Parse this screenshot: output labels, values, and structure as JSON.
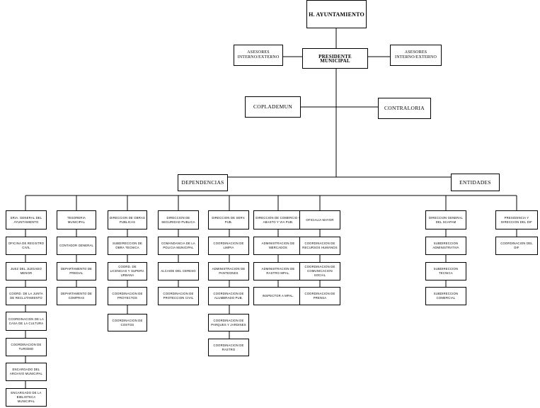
{
  "chart": {
    "top": "H. AYUNTAMIENTO",
    "president": "PRESIDENTE MUNICIPAL",
    "advisor_left": "ASESORES INTERNO/EXTERNO",
    "advisor_right": "ASESORES INTERNO/EXTERNO",
    "coplademun": "COPLADEMUN",
    "contraloria": "CONTRALORIA",
    "dependencias": "DEPENDENCIAS",
    "entidades": "ENTIDADES",
    "departments": [
      {
        "head": "SRIA. GENERAL DEL AYUNTAMIENTO",
        "children": [
          "OFICINA DE REGISTRO CIVIL",
          "JUEZ DEL JUZGADO MENOR",
          "COORD. DE LA JUNTA DE RECLUTAMIENTO",
          "COORDINACION DE LA CASA DE LA CULTURA",
          "COORDINACION DE TURISMO",
          "ENCARGADO DEL ARCHIVO MUNICIPAL",
          "ENCARGADO DE LA BIBLIOTECA MUNICIPAL"
        ]
      },
      {
        "head": "TESORERIA MUNICIPAL",
        "children": [
          "CONTADOR GENERAL",
          "DEPARTAMENTO DE PREDIAL",
          "DEPARTAMENTO DE COMPRAS"
        ]
      },
      {
        "head": "DIRECCION DE OBRAS PUBLICAS",
        "children": [
          "SUBDIRECCION DE OBRA TECNICA",
          "COORD. DE LICENCIAS Y SUPERV. URBANA",
          "COORDINACION DE PROYECTOS",
          "COORDINACION DE COSTOS"
        ]
      },
      {
        "head": "DIRECCION DE SEGURIDAD PUBLICA",
        "children": [
          "COMANDANCIA DE LA POLICIA MUNICIPAL",
          "ALCAIDE DEL CERESO",
          "COORDINACION DE PROTECCION CIVIL"
        ]
      },
      {
        "head": "DIRECCION DE SERV. PUB.",
        "children": [
          "COORDINACION DE LIMPIA",
          "ADMINISTRACION DE PANTEONES",
          "COORDINACION DE ALUMBRADO PUB.",
          "COORDINACION DE PARQUES Y JARDINES",
          "COORDINACION DE RASTRO"
        ]
      },
      {
        "head": "DIRECCION DE COMERCIO Y ABASTO Y VIA PUB.",
        "children": [
          "ADMINISTRACION DE MERCADOS",
          "ADMINISTRACION DE RASTRO MPAL.",
          "INSPECTOR A MPAL."
        ]
      },
      {
        "head": "OFICIALIA MAYOR",
        "children": [
          "COORDINACION DE RECURSOS HUMANOS",
          "COORDINACION DE COMUNICACION SOCIAL",
          "COORDINACION DE PRENSA"
        ]
      },
      {
        "head": "DIRECCION GENERAL DEL SCAPAM",
        "children": [
          "SUBDIRECCION ADMINISTRATIVA",
          "SUBDIRECCION TECNICA",
          "SUBDIRECCION COMERCIAL"
        ]
      },
      {
        "head": "PRESIDENCIA Y DIRECCION DEL DIF",
        "children": [
          "COORDINACION DEL DIF"
        ]
      }
    ]
  }
}
